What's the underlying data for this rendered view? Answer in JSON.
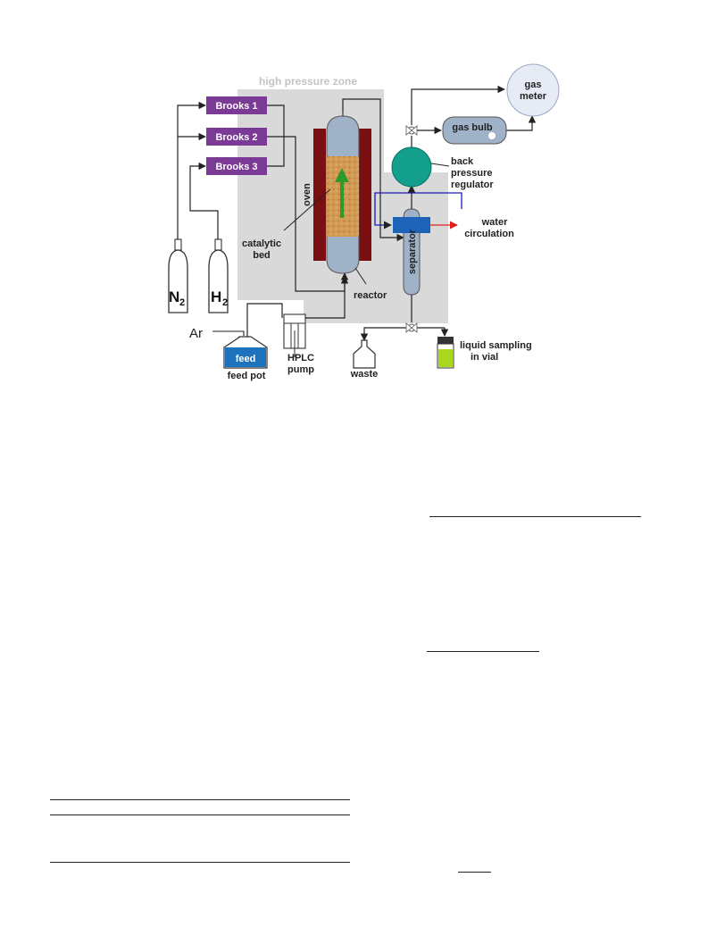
{
  "diagram": {
    "zone_label": "high pressure zone",
    "mfc": [
      {
        "label": "Brooks 1"
      },
      {
        "label": "Brooks 2"
      },
      {
        "label": "Brooks 3"
      }
    ],
    "cylinders": [
      {
        "main": "N",
        "sub": "2"
      },
      {
        "main": "H",
        "sub": "2"
      }
    ],
    "labels": {
      "oven": "oven",
      "catalytic": "catalytic",
      "bed": "bed",
      "reactor": "reactor",
      "separator": "separator",
      "back": "back",
      "pressure": "pressure",
      "regulator": "regulator",
      "water": "water",
      "circulation": "circulation",
      "gas_bulb": "gas bulb",
      "gas": "gas",
      "meter": "meter",
      "ar": "Ar",
      "feed": "feed",
      "feed_pot": "feed pot",
      "hplc": "HPLC",
      "pump": "pump",
      "waste": "waste",
      "liquid_sampling": "liquid sampling",
      "in_vial": "in vial"
    },
    "colors": {
      "zone": "#d9d9d9",
      "mfc": "#7b3a96",
      "oven": "#7a0f12",
      "reactor": "#9fb2c8",
      "catalyst": "#d29a52",
      "flow_arrow": "#2e9a2e",
      "bpr": "#12a08c",
      "gas_meter": "#e6ebf6",
      "feed_liquid": "#1e73be",
      "cooler": "#1d63b8",
      "water_line": "#1a1ab8",
      "water_out": "#e02020",
      "vial_liquid": "#a8d820"
    }
  }
}
